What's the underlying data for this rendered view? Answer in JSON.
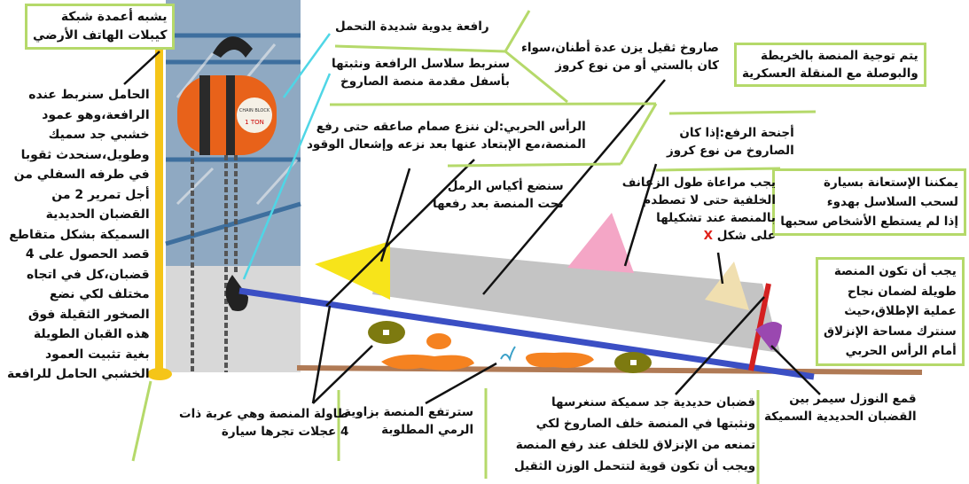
{
  "annotations": {
    "pole_similar": [
      "يشبه أعمدة شبكة",
      "كيبلات الهاتف الأرضي"
    ],
    "pole_description": [
      "الحامل سنربط عنده",
      "الرافعة،وهو عمود",
      "خشبي جد سميك",
      "وطويل،سنحدث ثقوبا",
      "في طرفه السفلي من",
      "أجل تمرير 2 من",
      "القضبان الحديدية",
      "السميكة بشكل متقاطع",
      "قصد الحصول على 4",
      "قضبان،كل في اتجاه",
      "مختلف لكي نضع",
      "الصخور الثقيلة فوق",
      "هذه القبان الطويلة",
      "بغية تثبيت العمود",
      "الخشبي الحامل للرافعة"
    ],
    "hoist": [
      "رافعة يدوية شديدة التحمل"
    ],
    "chains": [
      "سنربط سلاسل الرافعة ونثبتها",
      "بأسفل مقدمة منصة الصاروخ"
    ],
    "missile": [
      "صاروخ ثقيل يزن عدة أطنان،سواء",
      "كان بالستي أو من نوع كروز"
    ],
    "warhead": [
      "الرأس الحربي:لن ننزع صمام صاعقه حتى رفع",
      "المنصة،مع الإبتعاد عنها بعد نزعه وإشعال الوقود"
    ],
    "orientation": [
      "يتم توجية المنصة بالخريطة",
      "والبوصلة مع المنقلة العسكرية"
    ],
    "wings": [
      "أجنحة الرفع:إذا كان",
      "الصاروخ من نوع كروز"
    ],
    "sandbags": [
      "سنضع أكياس الرمل",
      "تحت المنصة بعد رفعها"
    ],
    "fins": [
      "يجب مراعاة طول الزعانف",
      "الخلفية حتى لا تصطدم",
      "بالمنصة عند تشكيلها",
      "على شكل"
    ],
    "fins_x": "X",
    "car": [
      "يمكننا الإستعانة بسيارة",
      "لسحب السلاسل بهدوء",
      "إذا لم يستطع الأشخاص سحبها"
    ],
    "platform_length": [
      "يجب أن تكون المنصة",
      "طويلة لضمان نجاح",
      "عملية الإطلاق،حيث",
      "سنترك مساحة الإنزلاق",
      "أمام الرأس الحربي"
    ],
    "nozzle": [
      "قمع النوزل سيمر بين",
      "القضبان الحديدية السميكة"
    ],
    "rods": [
      "قضبان حديدية جد سميكة سنغرسها",
      "ونثبتها في المنصة خلف الصاروخ لكي",
      "تمنعه من الإنزلاق للخلف عند رفع المنصة",
      "ويجب أن تكون قوية لتتحمل الوزن الثقيل"
    ],
    "angle": [
      "سترتفع المنصة بزاوية",
      "الرمي المطلوبة"
    ],
    "table": [
      "طاولة المنصة وهي عربة ذات",
      "4 عجلات تجرها سيارة"
    ]
  },
  "hoist_label": [
    "CHAIN BLOCK",
    "1 TON"
  ],
  "colors": {
    "pole": "#f5c518",
    "platform": "#3b4fc4",
    "ground": "#b07a55",
    "body": "#c4c4c4",
    "nose": "#f7e41a",
    "fin_pink": "#f4a6c6",
    "fin_beige": "#f0dfb0",
    "rod": "#d42020",
    "nozzle": "#9a48b0",
    "wheel": "#7d7a10",
    "sandbag": "#f58220",
    "border": "#b5d96a"
  }
}
